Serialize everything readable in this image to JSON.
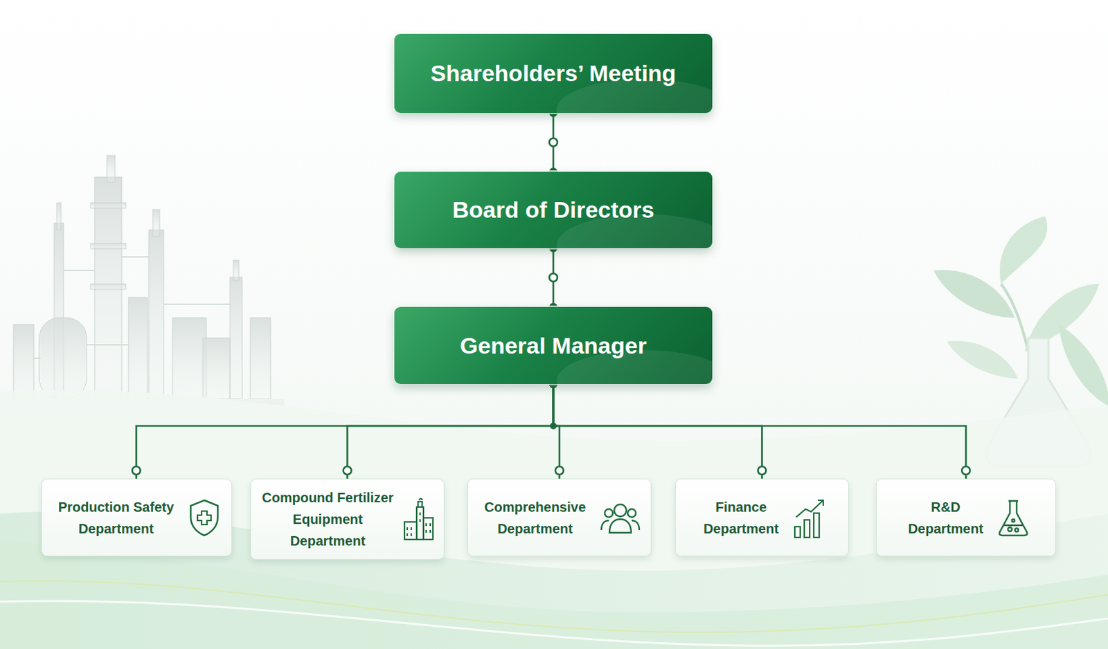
{
  "diagram": {
    "nodes": [
      {
        "text": [
          "Shareholders’ Meeting"
        ]
      },
      {
        "text": [
          "Board of Directors"
        ]
      },
      {
        "text": [
          "General Manager"
        ]
      },
      {
        "text": [
          "Production Safety Department"
        ]
      },
      {
        "text": [
          "Compound Fertilizer Equipment Department"
        ]
      },
      {
        "text": [
          "Comprehensive Department"
        ]
      },
      {
        "text": [
          "Finance Department"
        ]
      },
      {
        "text": [
          "R&D Department"
        ]
      }
    ],
    "edges": [
      {
        "from": 0,
        "to": 1,
        "arrow": "none"
      },
      {
        "from": 1,
        "to": 2,
        "arrow": "none"
      },
      {
        "from": 2,
        "to": 3,
        "arrow": "none"
      },
      {
        "from": 2,
        "to": 4,
        "arrow": "none"
      },
      {
        "from": 2,
        "to": 5,
        "arrow": "none"
      },
      {
        "from": 2,
        "to": 6,
        "arrow": "none"
      },
      {
        "from": 2,
        "to": 7,
        "arrow": "none"
      }
    ]
  }
}
